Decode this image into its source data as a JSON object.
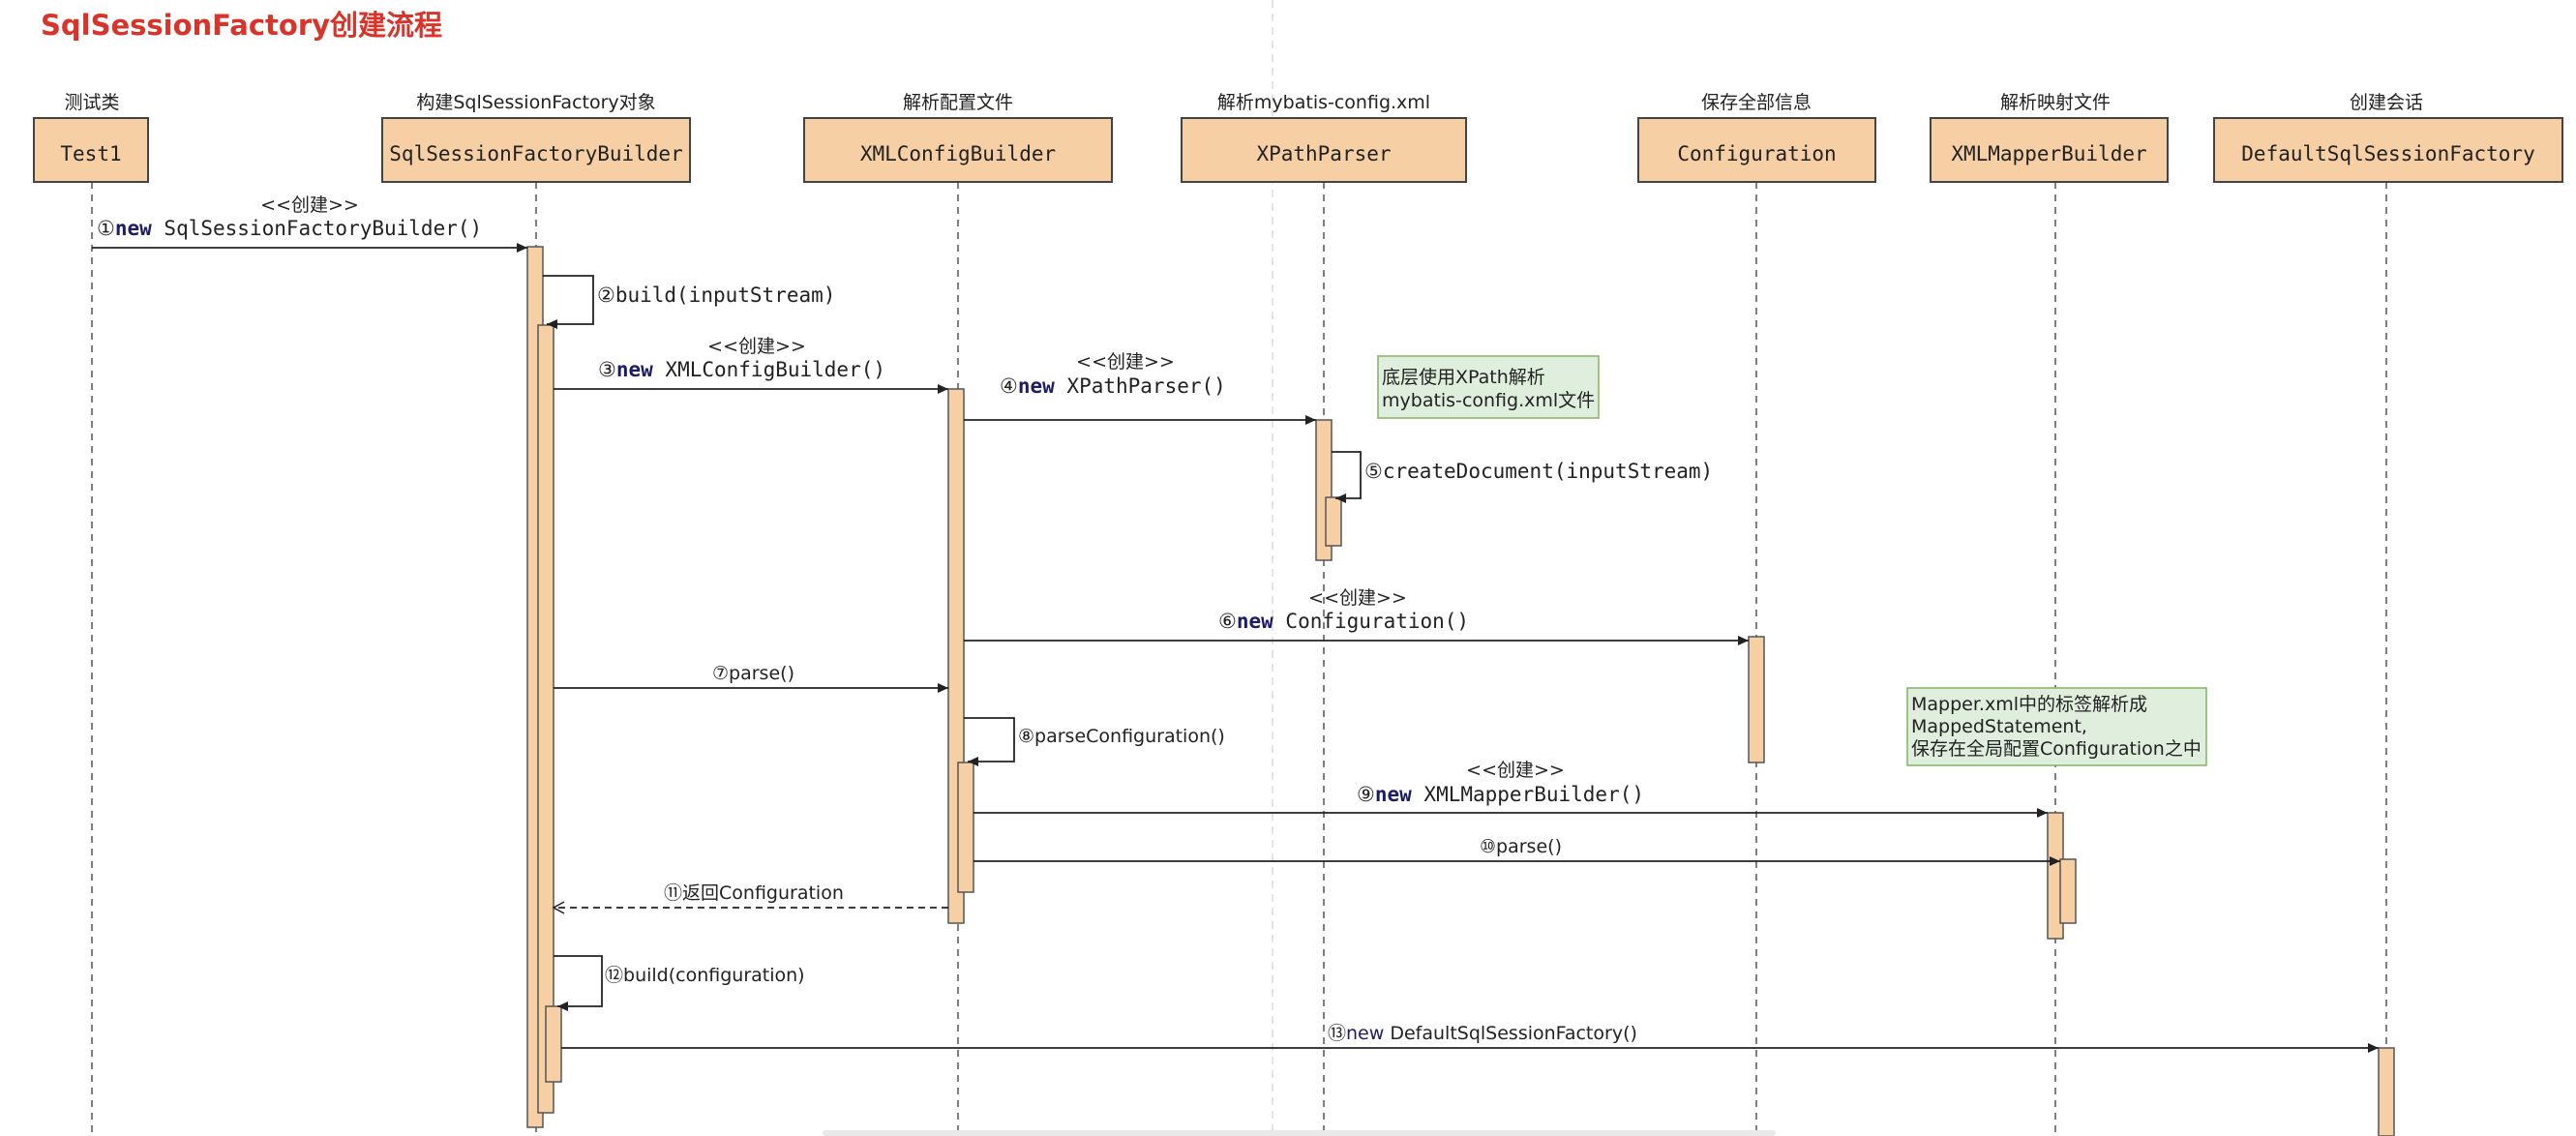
{
  "title": "SqlSessionFactory创建流程",
  "colors": {
    "title": "#d9342b",
    "participant_fill": "#f6cfa4",
    "participant_stroke": "#444444",
    "activation_fill": "#f6cfa4",
    "activation_stroke": "#555555",
    "note_fill": "#dfeedd",
    "note_stroke": "#82b366",
    "keyword": "#1c1c66",
    "line": "#222222",
    "lifeline": "#555555"
  },
  "participants": [
    {
      "id": "test",
      "caption": "测试类",
      "name": "Test1"
    },
    {
      "id": "builder",
      "caption": "构建SqlSessionFactory对象",
      "name": "SqlSessionFactoryBuilder"
    },
    {
      "id": "xmlcfg",
      "caption": "解析配置文件",
      "name": "XMLConfigBuilder"
    },
    {
      "id": "xpath",
      "caption": "解析mybatis-config.xml",
      "name": "XPathParser"
    },
    {
      "id": "config",
      "caption": "保存全部信息",
      "name": "Configuration"
    },
    {
      "id": "mapper",
      "caption": "解析映射文件",
      "name": "XMLMapperBuilder"
    },
    {
      "id": "factory",
      "caption": "创建会话",
      "name": "DefaultSqlSessionFactory"
    }
  ],
  "messages": [
    {
      "id": "m1",
      "num": "①",
      "stereotype": "<<创建>>",
      "keyword": "new",
      "text": "SqlSessionFactoryBuilder()"
    },
    {
      "id": "m2",
      "num": "②",
      "stereotype": "",
      "keyword": "",
      "text": "build(inputStream)"
    },
    {
      "id": "m3",
      "num": "③",
      "stereotype": "<<创建>>",
      "keyword": "new",
      "text": "XMLConfigBuilder()"
    },
    {
      "id": "m4",
      "num": "④",
      "stereotype": "<<创建>>",
      "keyword": "new",
      "text": "XPathParser()"
    },
    {
      "id": "m5",
      "num": "⑤",
      "stereotype": "",
      "keyword": "",
      "text": "createDocument(inputStream)"
    },
    {
      "id": "m6",
      "num": "⑥",
      "stereotype": "<<创建>>",
      "keyword": "new",
      "text": "Configuration()"
    },
    {
      "id": "m7",
      "num": "⑦",
      "stereotype": "",
      "keyword": "",
      "text": "parse()"
    },
    {
      "id": "m8",
      "num": "⑧",
      "stereotype": "",
      "keyword": "",
      "text": "parseConfiguration()"
    },
    {
      "id": "m9",
      "num": "⑨",
      "stereotype": "<<创建>>",
      "keyword": "new",
      "text": "XMLMapperBuilder()"
    },
    {
      "id": "m10",
      "num": "⑩",
      "stereotype": "",
      "keyword": "",
      "text": "parse()"
    },
    {
      "id": "m11",
      "num": "⑪",
      "stereotype": "",
      "keyword": "",
      "text": "返回Configuration"
    },
    {
      "id": "m12",
      "num": "⑫",
      "stereotype": "",
      "keyword": "",
      "text": "build(configuration)"
    },
    {
      "id": "m13",
      "num": "⑬",
      "stereotype": "",
      "keyword": "new",
      "text": "DefaultSqlSessionFactory()"
    }
  ],
  "notes": [
    {
      "id": "note-xpath",
      "lines": [
        "底层使用XPath解析",
        "mybatis-config.xml文件"
      ]
    },
    {
      "id": "note-mapper",
      "lines": [
        "Mapper.xml中的标签解析成",
        "MappedStatement,",
        "保存在全局配置Configuration之中"
      ]
    }
  ]
}
